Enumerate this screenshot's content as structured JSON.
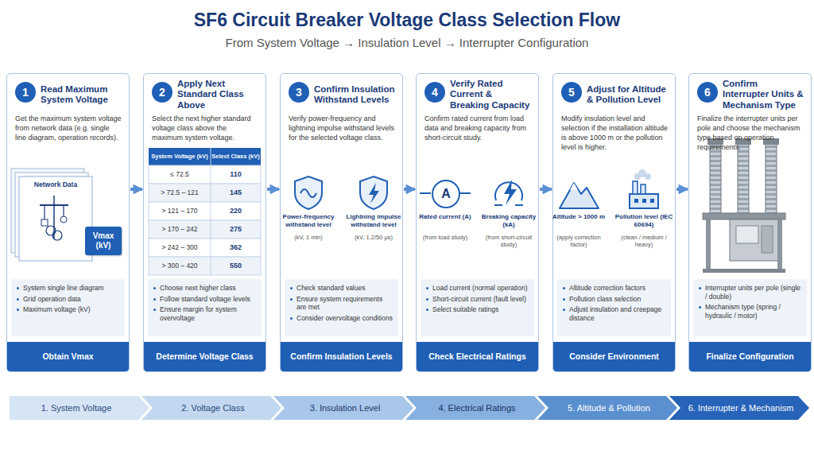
{
  "diagram": {
    "title": "SF6 Circuit Breaker Voltage Class Selection Flow",
    "nodes": [
      {
        "text": [
          "Read Maximum System Voltage",
          "Get the maximum system voltage from network data (e.g. single line diagram, operation records)."
        ]
      },
      {
        "text": [
          "1"
        ],
        "in": 0
      },
      {
        "text": [
          "Vmax (kV)"
        ],
        "in": 0
      },
      {
        "text": [
          "System single line diagram",
          "Grid operation data",
          "Maximum voltage (kV)"
        ],
        "in": 0
      },
      {
        "text": [
          "Obtain Vmax"
        ],
        "in": 0
      },
      {
        "text": [
          "Apply Next Standard Class Above",
          "Select the next higher standard voltage class above the maximum system voltage."
        ]
      },
      {
        "text": [
          "2"
        ],
        "in": 5
      },
      {
        "text": [
          "Choose next higher class",
          "Follow standard voltage levels",
          "Ensure margin for system overvoltage"
        ],
        "in": 5
      },
      {
        "text": [
          "Determine Voltage Class"
        ],
        "in": 5
      },
      {
        "text": [
          "Confirm Insulation Withstand Levels",
          "Verify power-frequency and lightning impulse withstand levels for the selected voltage class."
        ]
      },
      {
        "text": [
          "3"
        ],
        "in": 9
      },
      {
        "text": [
          "Check standard values",
          "Ensure system requirements are met",
          "Consider overvoltage conditions"
        ],
        "in": 9
      },
      {
        "text": [
          "Confirm Insulation Levels"
        ],
        "in": 9
      },
      {
        "text": [
          "Verify Rated Current & Breaking Capacity",
          "Confirm rated current from load data and breaking capacity from short-circuit study."
        ]
      },
      {
        "text": [
          "4"
        ],
        "in": 13
      },
      {
        "text": [
          "A"
        ],
        "in": 13
      },
      {
        "text": [
          "Load current (normal operation)",
          "Short-circuit current (fault level)",
          "Select suitable ratings"
        ],
        "in": 13
      },
      {
        "text": [
          "Check Electrical Ratings"
        ],
        "in": 13
      },
      {
        "text": [
          "Adjust for Altitude & Pollution Level",
          "Modify insulation level and selection if the installation altitude is above 1000 m or the pollution level is higher."
        ]
      },
      {
        "text": [
          "5"
        ],
        "in": 18
      },
      {
        "text": [
          "Altitude correction factors",
          "Pollution class selection",
          "Adjust insulation and creepage distance"
        ],
        "in": 18
      },
      {
        "text": [
          "Consider Environment"
        ],
        "in": 18
      },
      {
        "text": [
          "Confirm Interrupter Units & Mechanism Type",
          "Finalize the interrupter units per pole and choose the mechanism type based on operation requirements."
        ]
      },
      {
        "text": [
          "6"
        ],
        "in": 22
      },
      {
        "text": [
          "Interrupter units per pole (single / double)",
          "Mechanism type (spring / hydraulic / motor)"
        ],
        "in": 22
      },
      {
        "text": [
          "Finalize Configuration"
        ],
        "in": 22
      },
      {
        "text": [
          "1. System Voltage"
        ]
      },
      {
        "text": [
          "2. Voltage Class"
        ]
      },
      {
        "text": [
          "3. Insulation Level"
        ]
      },
      {
        "text": [
          "4. Electrical Ratings"
        ]
      },
      {
        "text": [
          "5. Altitude & Pollution"
        ]
      },
      {
        "text": [
          "6. Interrupter & Mechanism"
        ]
      }
    ],
    "edges": [
      {
        "from": 0,
        "to": 5,
        "arrow": "to"
      },
      {
        "from": 5,
        "to": 9,
        "arrow": "to"
      },
      {
        "from": 9,
        "to": 13,
        "arrow": "to"
      },
      {
        "from": 13,
        "to": 18,
        "arrow": "to"
      },
      {
        "from": 18,
        "to": 22,
        "arrow": "to"
      }
    ],
    "labels": [
      "From System Voltage  →  Insulation Level  →  Interrupter Configuration",
      "Network Data",
      "System Voltage (kV)",
      "Select Class (kV)",
      "≤ 72.5",
      "110",
      "> 72.5 – 121",
      "145",
      "> 121 – 170",
      "220",
      "> 170 – 242",
      "275",
      "> 242 – 300",
      "362",
      "> 300 – 420",
      "550",
      "Power-frequency withstand level",
      "(kV, 1 min)",
      "Lightning impulse withstand level",
      "(kV, 1.2/50 µs)",
      "Rated current (A)",
      "(from load study)",
      "Breaking capacity (kA)",
      "(from short-circuit study)",
      "Altitude > 1000 m",
      "(apply correction factor)",
      "Pollution level (IEC 60694)",
      "(clean / medium / heavy)"
    ]
  }
}
